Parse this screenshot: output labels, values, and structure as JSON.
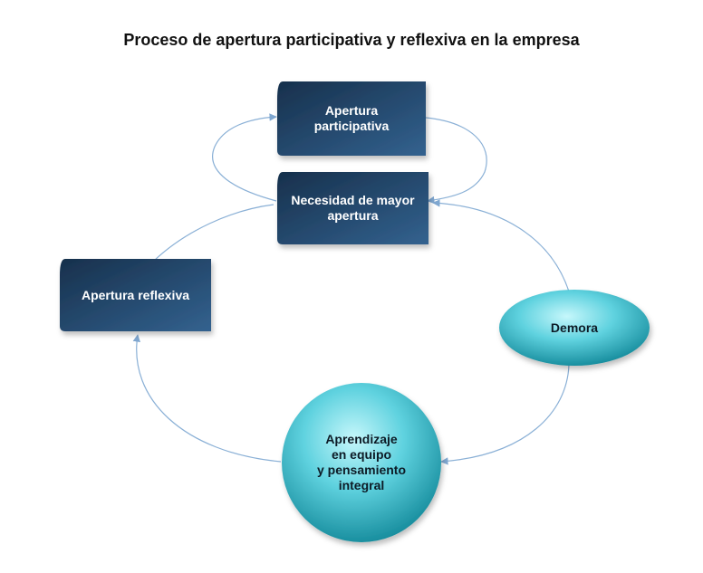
{
  "title": "Proceso de apertura participativa y reflexiva en la empresa",
  "nodes": {
    "apertura_participativa": "Apertura\nparticipativa",
    "necesidad_apertura": "Necesidad de mayor\napertura",
    "apertura_reflexiva": "Apertura reflexiva",
    "demora": "Demora",
    "aprendizaje": "Aprendizaje\nen equipo\ny pensamiento\nintegral"
  },
  "colors": {
    "box_dark": "#1c3552",
    "box_light": "#2f5f8e",
    "teal_light": "#b6f2f8",
    "teal_mid": "#3fc4d3",
    "teal_dark": "#118a9c",
    "connector": "#8ab0d6"
  }
}
